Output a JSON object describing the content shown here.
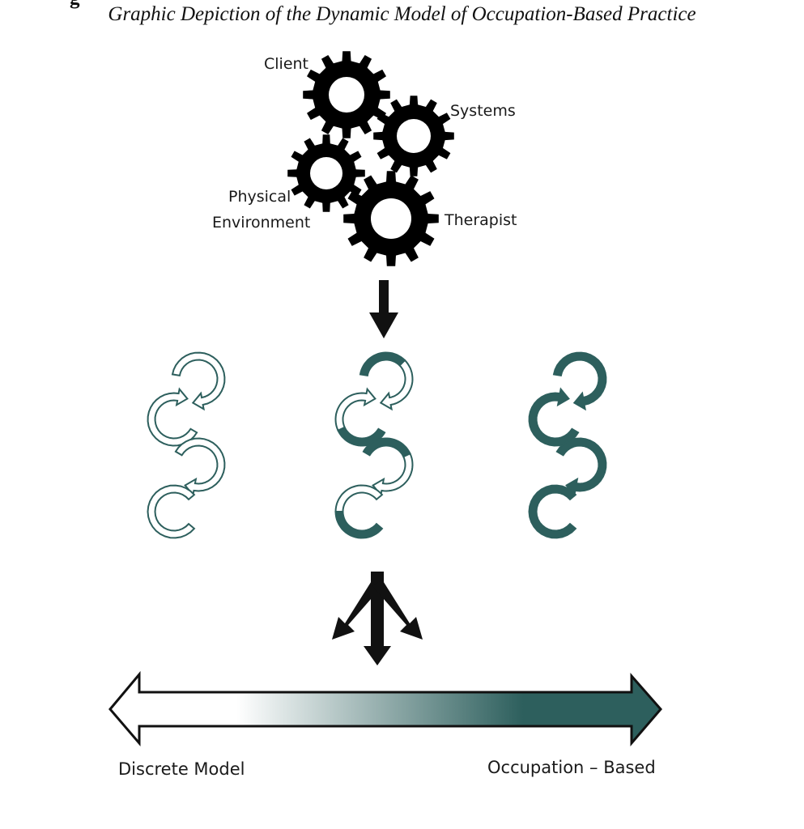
{
  "figure": {
    "heading_fragment": "g",
    "title": "Graphic Depiction of the Dynamic Model of Occupation-Based Practice"
  },
  "gears": {
    "client": "Client",
    "systems": "Systems",
    "physical_line1": "Physical",
    "physical_line2": "Environment",
    "therapist": "Therapist"
  },
  "spectrum": {
    "left_label": "Discrete Model",
    "right_label": "Occupation – Based"
  },
  "colors": {
    "gear": "#000000",
    "teal": "#2d5f5d",
    "outline": "#2d5f5d"
  }
}
